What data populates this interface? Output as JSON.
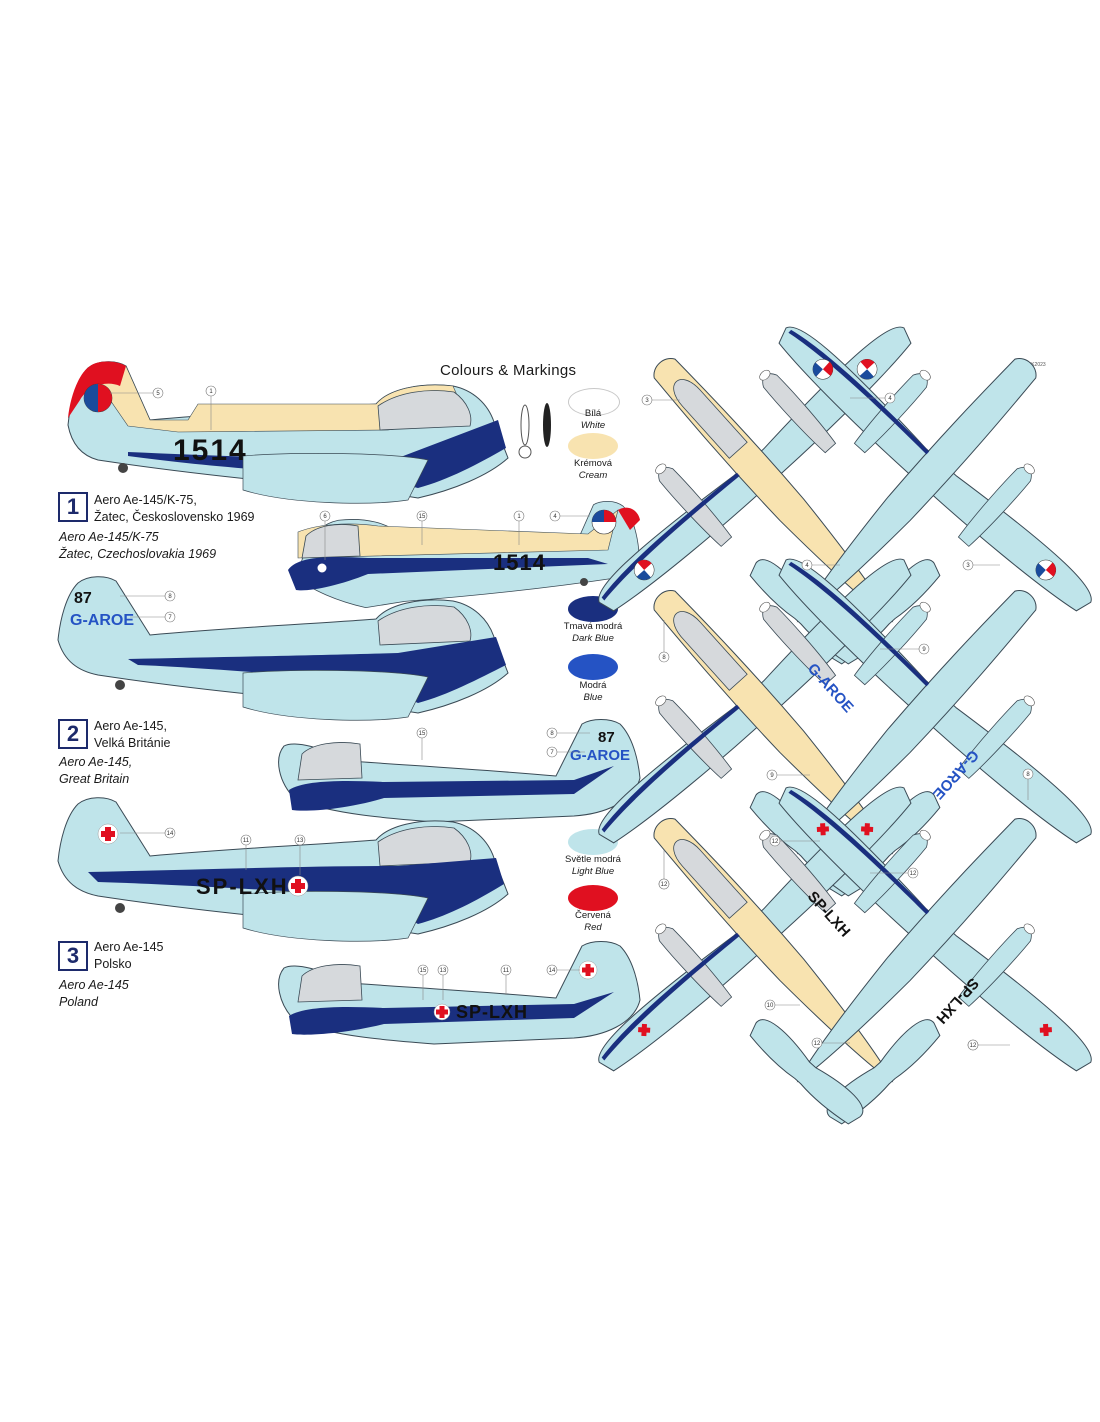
{
  "title": "Colours & Markings",
  "credit": "RRK2023",
  "colors": {
    "light_blue": "#bfe4ea",
    "cream": "#f8e3b0",
    "dark_blue": "#1a2f7f",
    "blue": "#2553c4",
    "red": "#e01020",
    "white": "#ffffff",
    "canopy_grey": "#d6d9dc"
  },
  "schemes": [
    {
      "number": "1",
      "cz_line1": "Aero Ae-145/K-75,",
      "cz_line2": "Žatec, Československo 1969",
      "en_line1": "Aero Ae-145/K-75",
      "en_line2": "Žatec, Czechoslovakia 1969",
      "registration": "1514"
    },
    {
      "number": "2",
      "cz_line1": "Aero Ae-145,",
      "cz_line2": "Velká Británie",
      "en_line1": "Aero Ae-145,",
      "en_line2": "Great Britain",
      "registration": "G-AROE",
      "race_number": "87"
    },
    {
      "number": "3",
      "cz_line1": "Aero Ae-145",
      "cz_line2": "Polsko",
      "en_line1": "Aero Ae-145",
      "en_line2": "Poland",
      "registration": "SP-LXH"
    }
  ],
  "swatches": [
    {
      "cz": "Bílá",
      "en": "White",
      "color": "#ffffff"
    },
    {
      "cz": "Krémová",
      "en": "Cream",
      "color": "#f8e3b0"
    },
    {
      "cz": "Tmavá modrá",
      "en": "Dark Blue",
      "color": "#1a2f7f"
    },
    {
      "cz": "Modrá",
      "en": "Blue",
      "color": "#2553c4"
    },
    {
      "cz": "Světle modrá",
      "en": "Light Blue",
      "color": "#bfe4ea"
    },
    {
      "cz": "Červená",
      "en": "Red",
      "color": "#e01020"
    }
  ],
  "callouts": {
    "s1_left": [
      "5",
      "1"
    ],
    "s1_right": [
      "6",
      "15",
      "1",
      "4"
    ],
    "s2_left": [
      "8",
      "7"
    ],
    "s2_right": [
      "8",
      "7",
      "15"
    ],
    "s3_left": [
      "14",
      "11",
      "13"
    ],
    "s3_right": [
      "15",
      "13",
      "11",
      "14"
    ],
    "plan": [
      "3",
      "4",
      "4",
      "3",
      "8",
      "9",
      "9",
      "8",
      "12",
      "12",
      "10",
      "12",
      "12",
      "10",
      "12",
      "12"
    ]
  }
}
